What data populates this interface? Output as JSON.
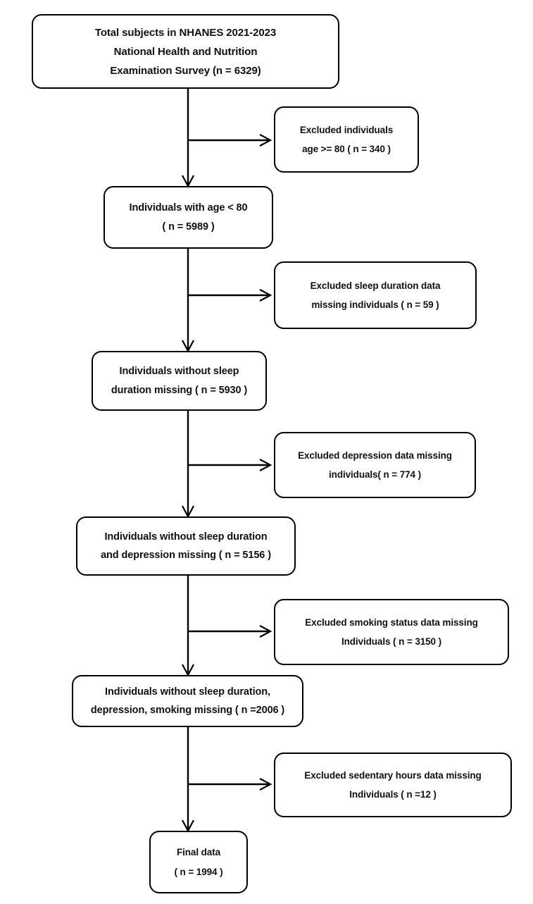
{
  "diagram": {
    "title": "NHANES 2021-2023 participant selection flowchart",
    "type": "flowchart",
    "stroke_color": "#000000",
    "background_color": "#ffffff",
    "text_color": "#111111"
  },
  "nodes": {
    "start": {
      "id": "total-subjects",
      "lines": [
        "Total subjects in NHANES 2021-2023",
        "National Health and Nutrition",
        "Examination Survey (n = 6329)"
      ]
    },
    "stage1": {
      "id": "individuals-age-under-80",
      "lines": [
        "Individuals with age < 80",
        "( n = 5989 )"
      ]
    },
    "stage2": {
      "id": "individuals-without-sleep-duration-missing",
      "lines": [
        "Individuals without sleep",
        "duration missing ( n = 5930 )"
      ]
    },
    "stage3": {
      "id": "individuals-without-sleep-and-depression-missing",
      "lines": [
        "Individuals without sleep duration",
        "and depression missing ( n = 5156 )"
      ]
    },
    "stage4": {
      "id": "individuals-without-sleep-depression-smoking-missing",
      "lines": [
        "Individuals without sleep duration,",
        "depression, smoking missing ( n =2006 )"
      ]
    },
    "final": {
      "id": "final-data",
      "lines": [
        "Final data",
        "( n = 1994 )"
      ]
    }
  },
  "exclusions": [
    {
      "id": "excluded-age-80-plus",
      "lines": [
        "Excluded individuals",
        "age >= 80 ( n = 340 )"
      ]
    },
    {
      "id": "excluded-sleep-duration-missing",
      "lines": [
        "Excluded sleep duration data",
        "missing individuals ( n = 59 )"
      ]
    },
    {
      "id": "excluded-depression-missing",
      "lines": [
        "Excluded depression data missing",
        "individuals( n = 774 )"
      ]
    },
    {
      "id": "excluded-smoking-status-missing",
      "lines": [
        "Excluded smoking status data missing",
        "Individuals ( n = 3150 )"
      ]
    },
    {
      "id": "excluded-sedentary-hours-missing",
      "lines": [
        "Excluded sedentary hours data missing",
        "Individuals ( n =12 )"
      ]
    }
  ],
  "counts": {
    "total_subjects": 6329,
    "excluded_age_80_plus": 340,
    "age_under_80": 5989,
    "excluded_sleep_duration_missing": 59,
    "without_sleep_duration_missing": 5930,
    "excluded_depression_missing": 774,
    "without_sleep_and_depression_missing": 5156,
    "excluded_smoking_missing": 3150,
    "without_sleep_depression_smoking_missing": 2006,
    "excluded_sedentary_hours_missing": 12,
    "final_data": 1994
  }
}
